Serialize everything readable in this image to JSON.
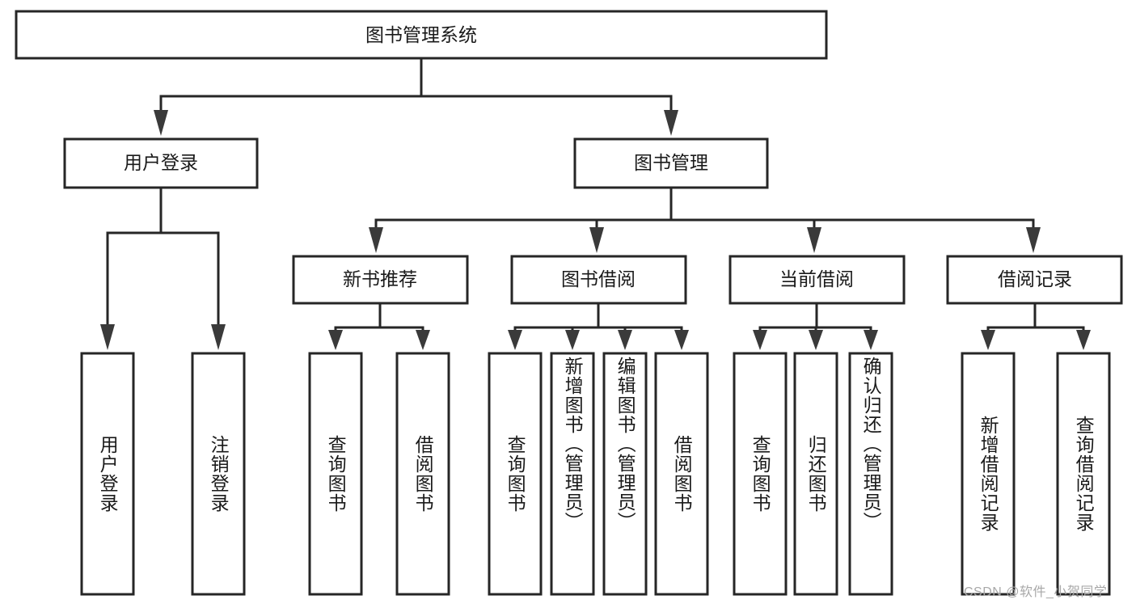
{
  "diagram": {
    "type": "tree",
    "title": "图书管理系统",
    "root": {
      "label": "图书管理系统"
    },
    "level2": [
      {
        "label": "用户登录"
      },
      {
        "label": "图书管理"
      }
    ],
    "level3": [
      {
        "label": "新书推荐",
        "parent": "图书管理"
      },
      {
        "label": "图书借阅",
        "parent": "图书管理"
      },
      {
        "label": "当前借阅",
        "parent": "图书管理"
      },
      {
        "label": "借阅记录",
        "parent": "图书管理"
      }
    ],
    "leaves": [
      {
        "label": "用户登录",
        "parent": "用户登录"
      },
      {
        "label": "注销登录",
        "parent": "用户登录"
      },
      {
        "label": "查询图书",
        "parent": "新书推荐"
      },
      {
        "label": "借阅图书",
        "parent": "新书推荐"
      },
      {
        "label": "查询图书",
        "parent": "图书借阅"
      },
      {
        "label": "新增图书（管理员）",
        "parent": "图书借阅"
      },
      {
        "label": "编辑图书（管理员）",
        "parent": "图书借阅"
      },
      {
        "label": "借阅图书",
        "parent": "图书借阅"
      },
      {
        "label": "查询图书",
        "parent": "当前借阅"
      },
      {
        "label": "归还图书",
        "parent": "当前借阅"
      },
      {
        "label": "确认归还（管理员）",
        "parent": "当前借阅"
      },
      {
        "label": "新增借阅记录",
        "parent": "借阅记录"
      },
      {
        "label": "查询借阅记录",
        "parent": "借阅记录"
      }
    ]
  },
  "watermark": {
    "text": "CSDN @软件_小贺同学"
  },
  "colors": {
    "box_stroke": "#262626",
    "box_fill": "#ffffff",
    "text": "#1a1a1a",
    "watermark": "#a8a8a8",
    "background": "#ffffff"
  }
}
